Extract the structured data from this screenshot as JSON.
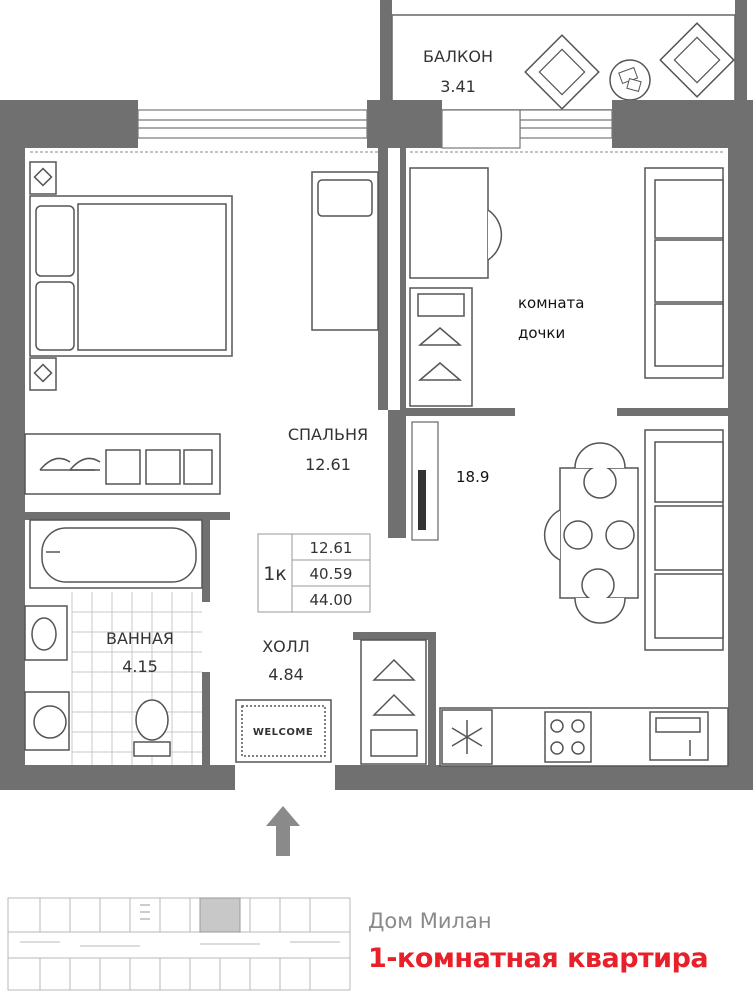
{
  "rooms": {
    "balcony": {
      "name": "БАЛКОН",
      "area": "3.41"
    },
    "bedroom": {
      "name": "СПАЛЬНЯ",
      "area": "12.61"
    },
    "daughter_room": {
      "name_line1": "комната",
      "name_line2": "дочки",
      "area": "18.9"
    },
    "bathroom": {
      "name": "ВАННАЯ",
      "area": "4.15"
    },
    "hall": {
      "name": "ХОЛЛ",
      "area": "4.84"
    }
  },
  "summary": {
    "type": "1к",
    "living_area": "12.61",
    "usable_area": "40.59",
    "total_area": "44.00"
  },
  "doormat": {
    "text": "WELCOME"
  },
  "brand": {
    "name": "Дом Милан",
    "apartment_type": "1-комнатная квартира",
    "accent_color": "#e8202a",
    "wall_color": "#707070"
  }
}
